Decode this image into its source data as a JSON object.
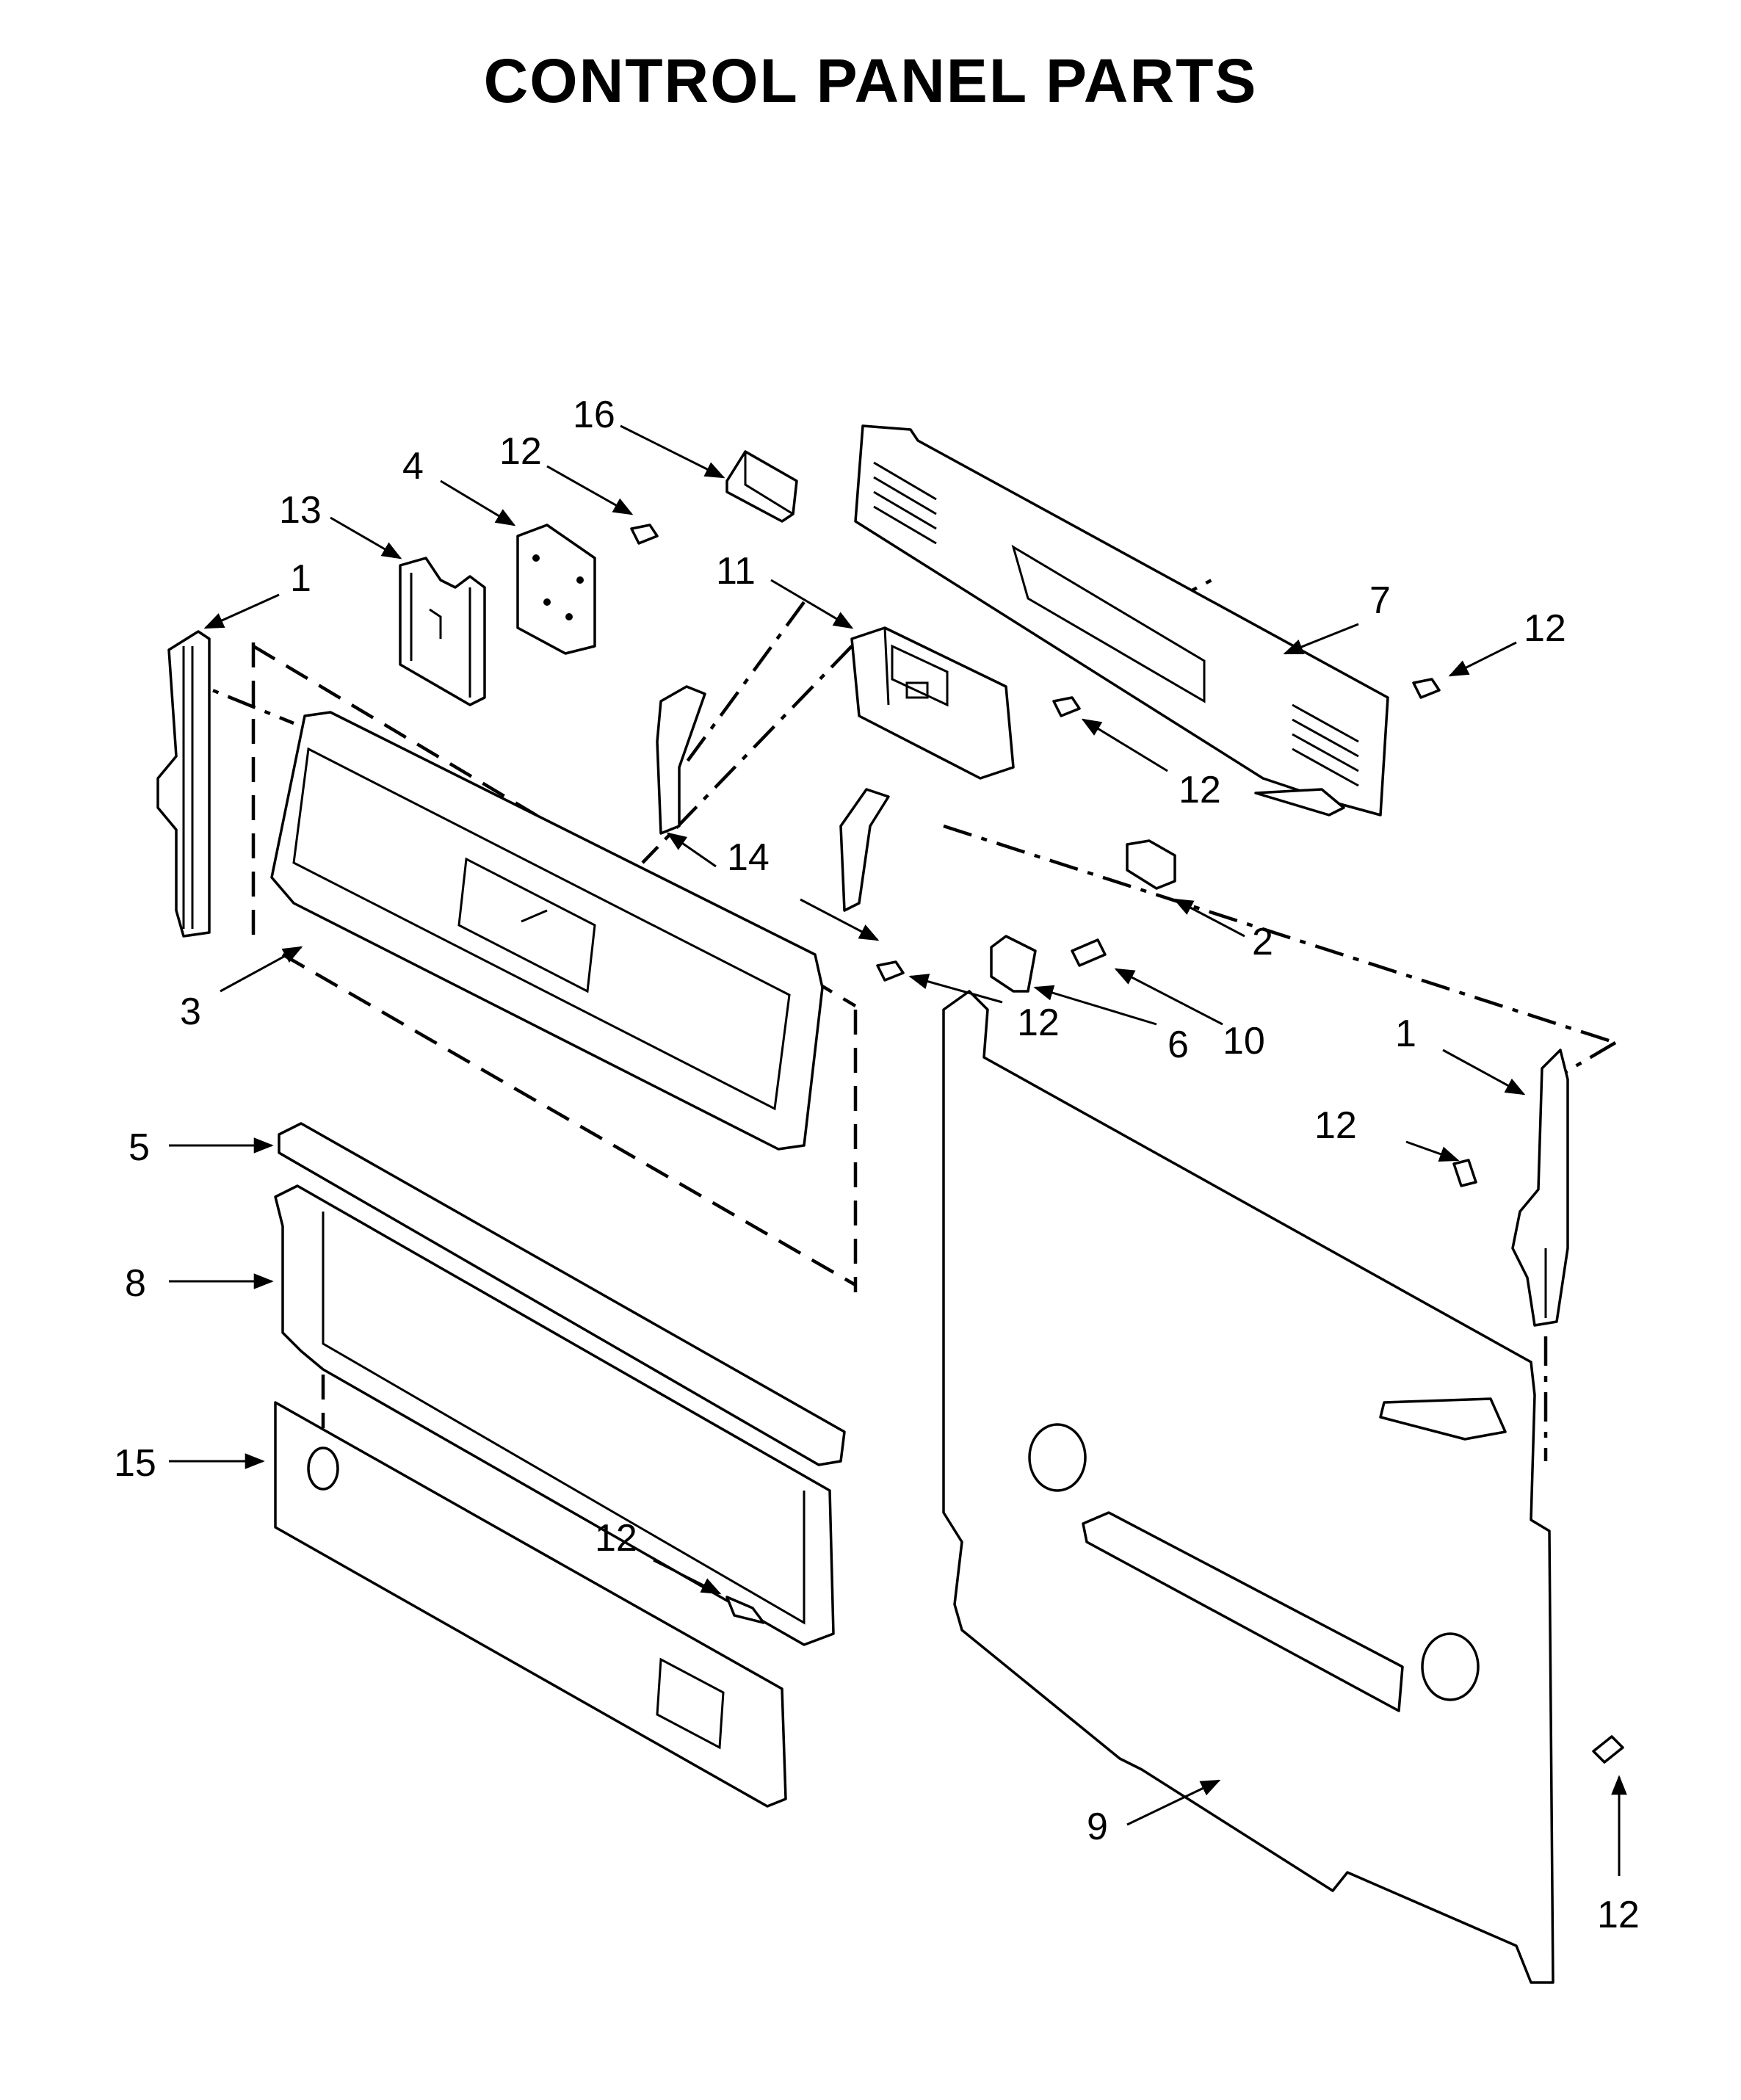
{
  "title": "CONTROL PANEL PARTS",
  "callouts": [
    "16",
    "12",
    "4",
    "13",
    "1",
    "11",
    "7",
    "12",
    "12",
    "14",
    "2",
    "3",
    "12",
    "10",
    "6",
    "1",
    "12",
    "5",
    "8",
    "15",
    "12",
    "9",
    "12"
  ]
}
